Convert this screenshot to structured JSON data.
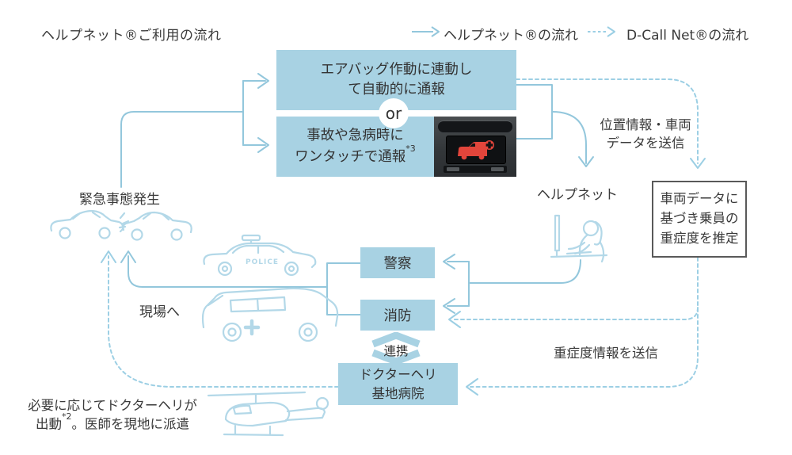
{
  "title": "ヘルプネット®ご利用の流れ",
  "legend": {
    "helpnet_label": "ヘルプネット®の流れ",
    "dcall_label": "D-Call Net®の流れ"
  },
  "trigger_box": {
    "auto_line1": "エアバッグ作動に連動し",
    "auto_line2": "て自動的に通報",
    "or_label": "or",
    "manual_line1": "事故や急病時に",
    "manual_line2": "ワンタッチで通報",
    "manual_sup": "*3"
  },
  "labels": {
    "emergency": "緊急事態発生",
    "send_location_line1": "位置情報・車両",
    "send_location_line2": "データを送信",
    "helpnet_center": "ヘルプネット",
    "severity_line1": "車両データに",
    "severity_line2": "基づき乗員の",
    "severity_line3": "重症度を推定",
    "police": "警察",
    "fire": "消防",
    "renkei": "連携",
    "doctor_heli_line1": "ドクターヘリ",
    "doctor_heli_line2": "基地病院",
    "to_scene": "現場へ",
    "send_severity": "重症度情報を送信",
    "heli_note_line1": "必要に応じてドクターヘリが",
    "heli_note_line2a": "出動",
    "heli_note_sup": "*2",
    "heli_note_line2b": "。医師を現地に派遣",
    "police_icon_text": "POLICE"
  },
  "colors": {
    "box_fill": "#a8d2e3",
    "flow_solid": "#93c7dc",
    "flow_dashed": "#9ccfe4",
    "icon_stroke": "#b3d8e8",
    "text": "#3a3a3a",
    "severity_box_border": "#595959",
    "sos_red": "#e2453b"
  }
}
